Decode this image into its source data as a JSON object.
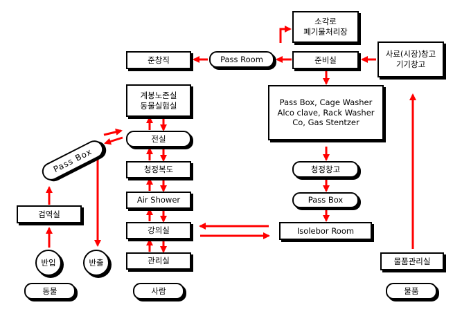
{
  "nodes": {
    "incineration": "소각로\n폐기물처리장",
    "prep_room_top": "준창직",
    "pass_room": "Pass Room",
    "prep_room": "준비실",
    "feed_storage": "사료(시장)창고\n기기창고",
    "breeding_lab": "계봉노존실\n동물실험실",
    "equipment_box": "Pass Box, Cage Washer\nAlco clave, Rack Washer\nCo, Gas Stentzer",
    "anteroom": "전실",
    "pass_box_tilted": "Pass Box",
    "clean_corridor": "청정복도",
    "clean_storage": "청정창고",
    "air_shower": "Air Shower",
    "pass_box": "Pass Box",
    "quarantine": "검역실",
    "lecture_room": "강의실",
    "isolator_room": "Isolebor Room",
    "management": "관리실",
    "goods_management": "물품관리실",
    "animal_in": "반입",
    "animal_out": "반출",
    "label_animal": "동물",
    "label_people": "사람",
    "label_goods": "물품"
  },
  "colors": {
    "arrow": "#ff0000",
    "border": "#000000",
    "background": "#ffffff"
  }
}
